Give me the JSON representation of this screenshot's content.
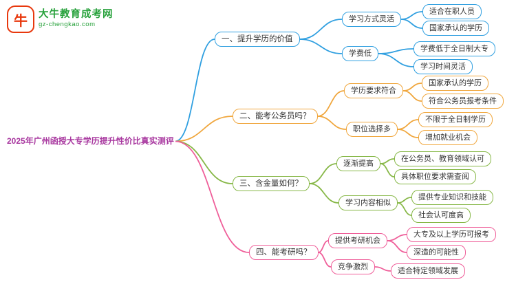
{
  "logo": {
    "title": "大牛教育成考网",
    "subtitle": "gz-chengkao.com",
    "brand_color": "#27a13b",
    "icon_color": "#e8380d",
    "bull_char": "牛"
  },
  "root": {
    "label": "2025年广州函授大专学历提升性价比真实测评",
    "color": "#a8379f"
  },
  "branches": [
    {
      "label": "一、提升学历的价值",
      "color": "#2f9fe0",
      "children": [
        {
          "label": "学习方式灵活",
          "children": [
            {
              "label": "适合在职人员"
            },
            {
              "label": "国家承认的学历"
            }
          ]
        },
        {
          "label": "学费低",
          "children": [
            {
              "label": "学费低于全日制大专"
            },
            {
              "label": "学习时间灵活"
            }
          ]
        }
      ]
    },
    {
      "label": "二、能考公务员吗？",
      "color": "#f0a63c",
      "children": [
        {
          "label": "学历要求符合",
          "children": [
            {
              "label": "国家承认的学历"
            },
            {
              "label": "符合公务员报考条件"
            }
          ]
        },
        {
          "label": "职位选择多",
          "children": [
            {
              "label": "不限于全日制学历"
            },
            {
              "label": "增加就业机会"
            }
          ]
        }
      ]
    },
    {
      "label": "三、含金量如何？",
      "color": "#86b746",
      "children": [
        {
          "label": "逐渐提高",
          "children": [
            {
              "label": "在公务员、教育领域认可"
            },
            {
              "label": "具体职位要求需查阅"
            }
          ]
        },
        {
          "label": "学习内容相似",
          "children": [
            {
              "label": "提供专业知识和技能"
            },
            {
              "label": "社会认可度高"
            }
          ]
        }
      ]
    },
    {
      "label": "四、能考研吗？",
      "color": "#ef5e99",
      "children": [
        {
          "label": "提供考研机会",
          "children": [
            {
              "label": "大专及以上学历可报考"
            },
            {
              "label": "深造的可能性"
            }
          ]
        },
        {
          "label": "竞争激烈",
          "children": [
            {
              "label": "适合特定领域发展"
            }
          ]
        }
      ]
    }
  ]
}
